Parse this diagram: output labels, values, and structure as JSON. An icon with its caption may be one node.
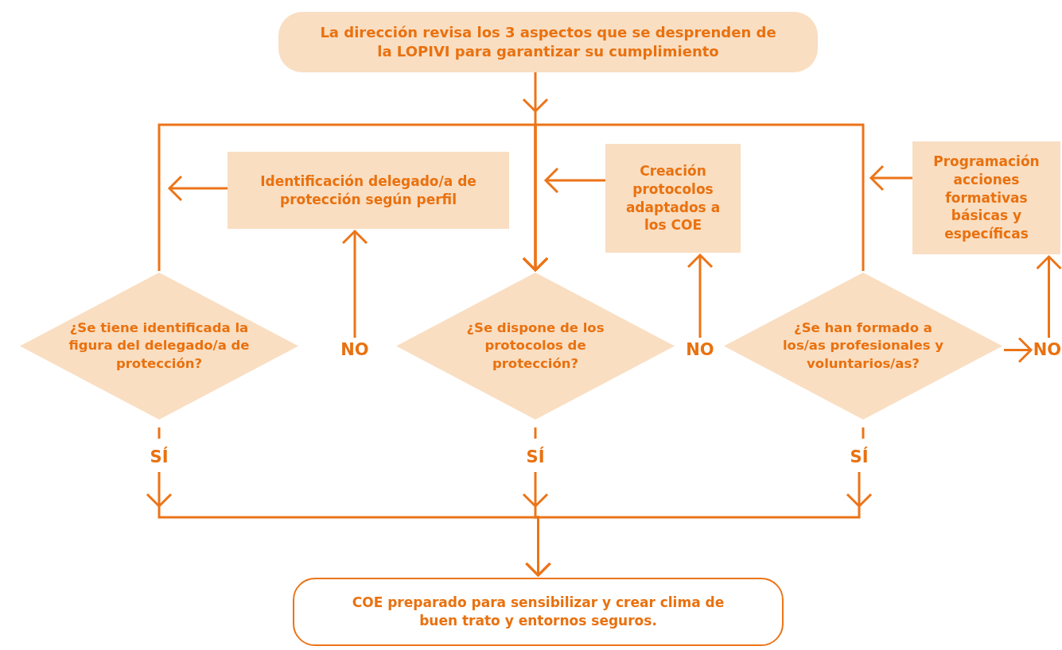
{
  "diagram": {
    "nodes": [
      {
        "text": [
          "La dirección revisa los 3 aspectos que se desprenden de la LOPIVI para garantizar su cumplimiento"
        ]
      },
      {
        "text": [
          "Identificación delegado/a de protección según perfil"
        ]
      },
      {
        "text": [
          "Creación protocolos adaptados a los COE"
        ]
      },
      {
        "text": [
          "Programación acciones formativas básicas y específicas"
        ]
      },
      {
        "text": [
          "¿Se tiene identificada la figura del delegado/a de protección?"
        ]
      },
      {
        "text": [
          "NO"
        ]
      },
      {
        "text": [
          "¿Se dispone de los protocolos de protección?"
        ]
      },
      {
        "text": [
          "NO"
        ]
      },
      {
        "text": [
          "¿Se han formado a los/as profesionales y voluntarios/as?"
        ]
      },
      {
        "text": [
          "NO"
        ]
      },
      {
        "text": [
          "SÍ"
        ]
      },
      {
        "text": [
          "SÍ"
        ]
      },
      {
        "text": [
          "SÍ"
        ]
      },
      {
        "text": [
          "COE preparado para sensibilizar y crear clima de buen trato y entornos seguros."
        ]
      }
    ],
    "edges": [
      {
        "from": 0,
        "to": 6,
        "arrow": "to"
      },
      {
        "from": 4,
        "to": 6,
        "arrow": "to"
      },
      {
        "from": 8,
        "to": 6,
        "arrow": "to"
      },
      {
        "from": 1,
        "to": null,
        "arrow": "to"
      },
      {
        "from": 2,
        "to": null,
        "arrow": "to"
      },
      {
        "from": 3,
        "to": null,
        "arrow": "to"
      },
      {
        "from": 5,
        "to": 1,
        "arrow": "to"
      },
      {
        "from": 7,
        "to": 2,
        "arrow": "to"
      },
      {
        "from": 8,
        "to": 9,
        "arrow": "to"
      },
      {
        "from": 9,
        "to": 3,
        "arrow": "to"
      },
      {
        "from": 4,
        "to": 10,
        "arrow": "none"
      },
      {
        "from": 6,
        "to": 11,
        "arrow": "none"
      },
      {
        "from": 8,
        "to": 12,
        "arrow": "none"
      },
      {
        "from": 10,
        "to": 13,
        "arrow": "to"
      },
      {
        "from": 11,
        "to": 13,
        "arrow": "to"
      },
      {
        "from": 12,
        "to": 13,
        "arrow": "to"
      }
    ]
  }
}
